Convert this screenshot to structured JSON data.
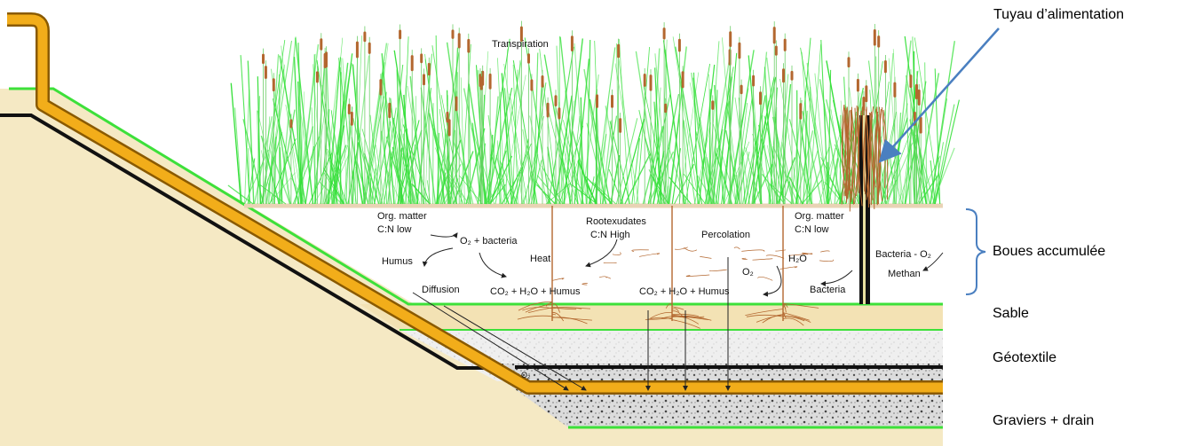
{
  "side_labels": {
    "feed_pipe": "Tuyau d’alimentation",
    "sludge": "Boues accumulée",
    "sand": "Sable",
    "geotextile": "Géotextile",
    "gravel": "Graviers + drain"
  },
  "diagram_text": {
    "transpiration": "Transpiration",
    "org_matter_left": "Org. matter",
    "cn_low_left": "C:N low",
    "o2_bacteria": "O₂ + bacteria",
    "humus": "Humus",
    "heat": "Heat",
    "rootexudates": "Rootexudates",
    "cn_high": "C:N High",
    "percolation": "Percolation",
    "org_matter_right": "Org. matter",
    "cn_low_right": "C:N low",
    "h2o": "H₂O",
    "o2": "O₂",
    "bacteria_o2": "Bacteria - O₂",
    "methan": "Methan",
    "bacteria": "Bacteria",
    "diffusion": "Diffusion",
    "co2_h2o_humus_left": "CO₂ + H₂O + Humus",
    "co2_h2o_humus_right": "CO₂ + H₂O + Humus",
    "o2_small": "O₂"
  },
  "colors": {
    "embankment": "#f5e9c4",
    "pipe": "#f2ad1a",
    "pipe_outline": "#8a5a00",
    "grass_green": "#36e03a",
    "reed_head": "#b3672f",
    "sludge_bg": "#ffffff",
    "sand": "#f5e3b8",
    "gravel": "#e4e4e4",
    "bracket": "#4a86c8",
    "arrow": "#4a7fc0"
  }
}
